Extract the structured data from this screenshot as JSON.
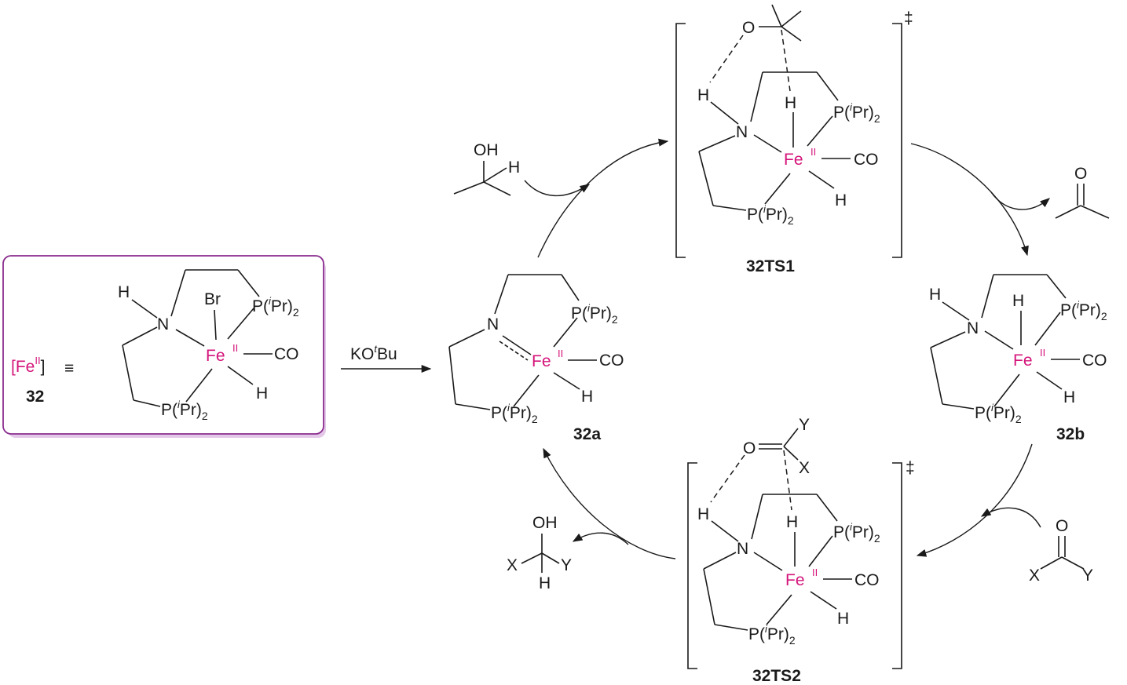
{
  "legend_box": {
    "shorthand": "[Fe",
    "shorthand_ox": "II",
    "shorthand_close": "]",
    "equiv": "≡",
    "id": "32",
    "accent": "#8a2d8f",
    "shadow": "#e3c8e8"
  },
  "reagent_step": {
    "label_pre": "KO",
    "label_sup": "t",
    "label_post": "Bu"
  },
  "atoms": {
    "H": "H",
    "N": "N",
    "Br": "Br",
    "Fe": "Fe",
    "ox": "II",
    "CO": "CO",
    "P": "P(",
    "i": "i",
    "Pr": "Pr)",
    "two": "2",
    "O": "O",
    "X": "X",
    "Y": "Y",
    "OH": "OH"
  },
  "compounds": {
    "c32a": "32a",
    "c32b": "32b",
    "ts1": "32TS1",
    "ts2": "32TS2",
    "dagger": "‡"
  },
  "colors": {
    "iron": "#d4147a",
    "ink": "#1a1a1a"
  }
}
